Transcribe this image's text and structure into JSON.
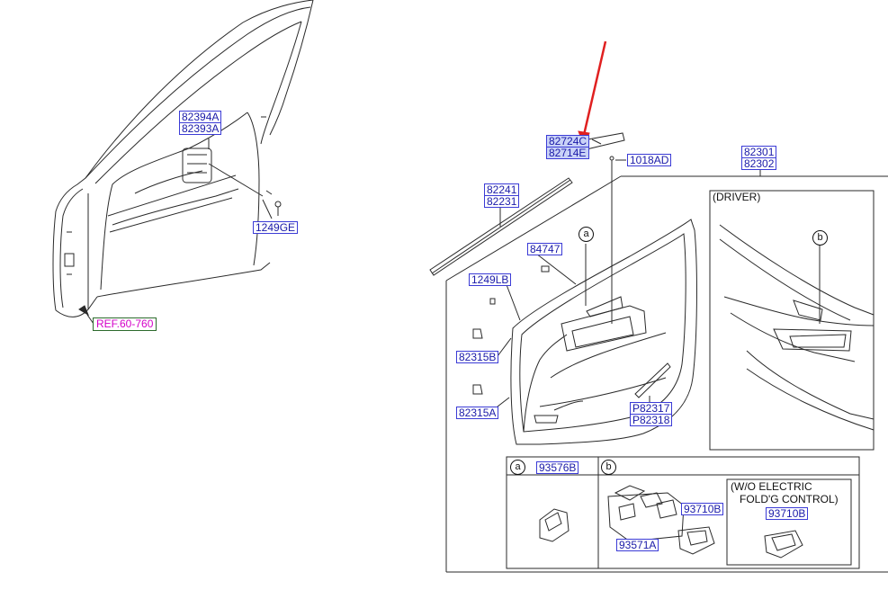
{
  "labels": {
    "p82394A": "82394A",
    "p82393A": "82393A",
    "p1249GE": "1249GE",
    "ref": "REF.60-760",
    "p82724C": "82724C",
    "p82714E": "82714E",
    "p1018AD": "1018AD",
    "p82301": "82301",
    "p82302": "82302",
    "p82241": "82241",
    "p82231": "82231",
    "p84747": "84747",
    "p1249LB": "1249LB",
    "p82315B": "82315B",
    "p82315A": "82315A",
    "pP82317": "P82317",
    "pP82318": "P82318",
    "p93576B": "93576B",
    "p93710B_1": "93710B",
    "p93571A": "93571A",
    "p93710B_2": "93710B"
  },
  "texts": {
    "driver": "(DRIVER)",
    "wo_line1": "(W/O ELECTRIC",
    "wo_line2": "FOLD'G CONTROL)"
  },
  "callouts": {
    "a_main": "a",
    "b_driver": "b",
    "a_box": "a",
    "b_box": "b"
  },
  "colors": {
    "label_text": "#1a1aa8",
    "label_border": "#3b3bd6",
    "ref_text": "#d400c8",
    "arrow": "#e02020"
  }
}
